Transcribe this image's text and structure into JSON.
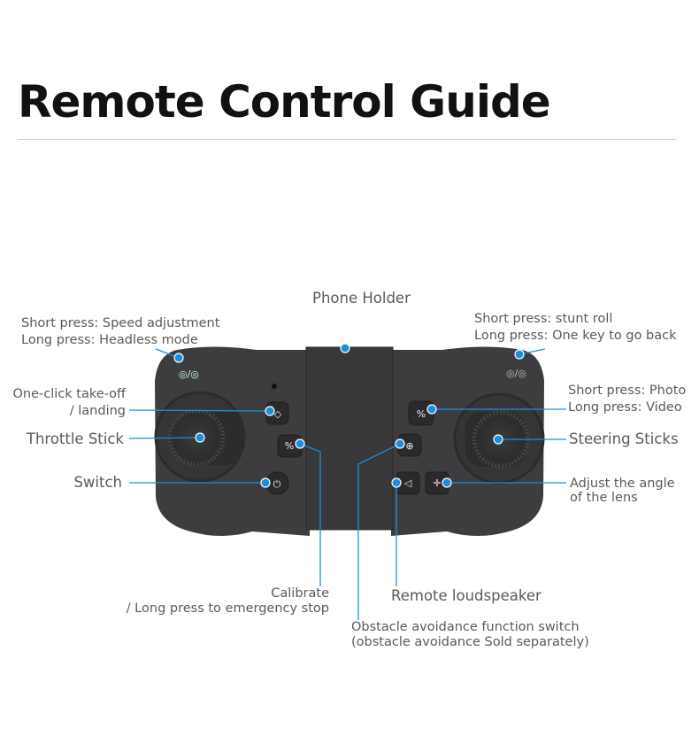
{
  "title": "Remote Control Guide",
  "accent_color": "#1a90dc",
  "labels": {
    "phone_holder": "Phone Holder",
    "speed": [
      "Short press: Speed adjustment",
      "Long press: Headless mode"
    ],
    "stunt": [
      "Short press: stunt roll",
      "Long press: One key to go back"
    ],
    "takeoff": [
      "One-click take-off",
      "/ landing"
    ],
    "throttle": "Throttle Stick",
    "switch": "Switch",
    "photo": [
      "Short press: Photo",
      "Long press: Video"
    ],
    "steering": "Steering Sticks",
    "lens": [
      "Adjust the angle",
      "of the lens"
    ],
    "calibrate": [
      "Calibrate",
      "/ Long press to emergency stop"
    ],
    "speaker": "Remote loudspeaker",
    "obstacle": [
      "Obstacle avoidance function switch",
      "(obstacle avoidance Sold separately)"
    ]
  }
}
